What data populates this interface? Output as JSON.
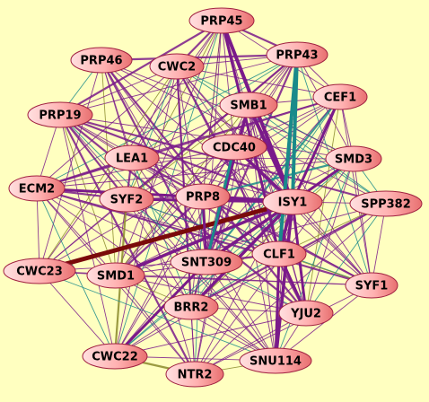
{
  "network": {
    "nodes": [
      {
        "id": "PRP45",
        "label": "PRP45"
      },
      {
        "id": "PRP43",
        "label": "PRP43"
      },
      {
        "id": "PRP46",
        "label": "PRP46"
      },
      {
        "id": "CWC2",
        "label": "CWC2"
      },
      {
        "id": "CEF1",
        "label": "CEF1"
      },
      {
        "id": "SMB1",
        "label": "SMB1"
      },
      {
        "id": "PRP19",
        "label": "PRP19"
      },
      {
        "id": "CDC40",
        "label": "CDC40"
      },
      {
        "id": "SMD3",
        "label": "SMD3"
      },
      {
        "id": "LEA1",
        "label": "LEA1"
      },
      {
        "id": "ECM2",
        "label": "ECM2"
      },
      {
        "id": "SYF2",
        "label": "SYF2"
      },
      {
        "id": "PRP8",
        "label": "PRP8"
      },
      {
        "id": "ISY1",
        "label": "ISY1"
      },
      {
        "id": "SPP382",
        "label": "SPP382"
      },
      {
        "id": "CLF1",
        "label": "CLF1"
      },
      {
        "id": "SNT309",
        "label": "SNT309"
      },
      {
        "id": "CWC23",
        "label": "CWC23"
      },
      {
        "id": "SMD1",
        "label": "SMD1"
      },
      {
        "id": "SYF1",
        "label": "SYF1"
      },
      {
        "id": "BRR2",
        "label": "BRR2"
      },
      {
        "id": "YJU2",
        "label": "YJU2"
      },
      {
        "id": "CWC22",
        "label": "CWC22"
      },
      {
        "id": "SNU114",
        "label": "SNU114"
      },
      {
        "id": "NTR2",
        "label": "NTR2"
      }
    ],
    "colors": {
      "background": "#ffffc0",
      "node_fill_light": "#ffd0d0",
      "node_fill_dark": "#f08080",
      "node_stroke": "#a02040",
      "edge_purple": "#7a1a8a",
      "edge_teal": "#1a8a8a",
      "edge_olive": "#8a8a2a",
      "edge_darkred": "#7a0a0a"
    }
  }
}
